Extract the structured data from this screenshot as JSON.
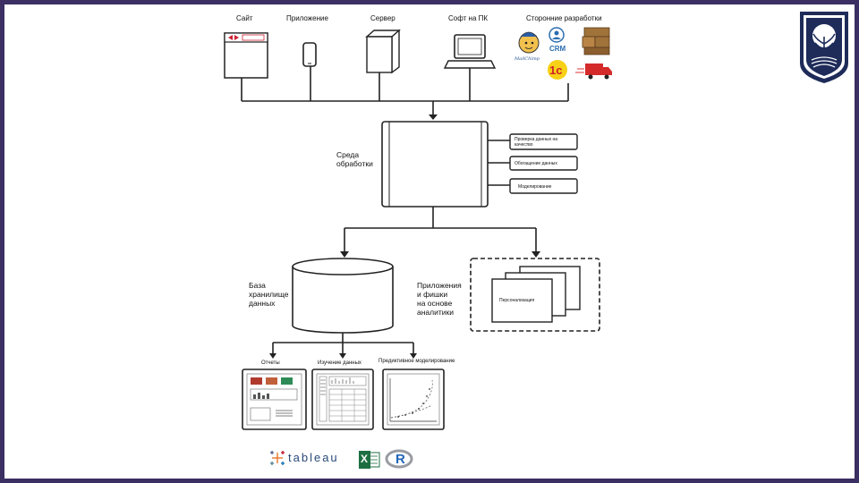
{
  "sources": {
    "site": "Сайт",
    "app": "Приложение",
    "server": "Сервер",
    "pc_soft": "Софт на ПК",
    "third_party": "Сторонние разработки"
  },
  "third_party_logos": [
    "mailchimp-logo",
    "crm-logo",
    "1c-logo",
    "warehouse-boxes-icon",
    "delivery-truck-icon"
  ],
  "processing": {
    "label": "Среда\nобработки",
    "modules": [
      "Проверка данных на\nкачество",
      "Обогащение данных",
      "Моделирование"
    ]
  },
  "warehouse": {
    "label": "База\nхранилище\nданных"
  },
  "apps": {
    "label": "Приложения\nи фишки\nна основе\nаналитики",
    "card_label": "Персонализация"
  },
  "outputs": [
    "Отчеты",
    "Изучение данных",
    "Предиктивное моделирование"
  ],
  "tools": {
    "tableau": "tableau",
    "excel": "X",
    "r": "R"
  },
  "colors": {
    "frame": "#3b2f63",
    "logo_navy": "#1f2c5a",
    "report_red": "#b03a2e",
    "report_orange": "#c0603a",
    "report_green": "#2e8b57",
    "excel_green": "#1d6f42",
    "r_blue": "#2266b8"
  }
}
